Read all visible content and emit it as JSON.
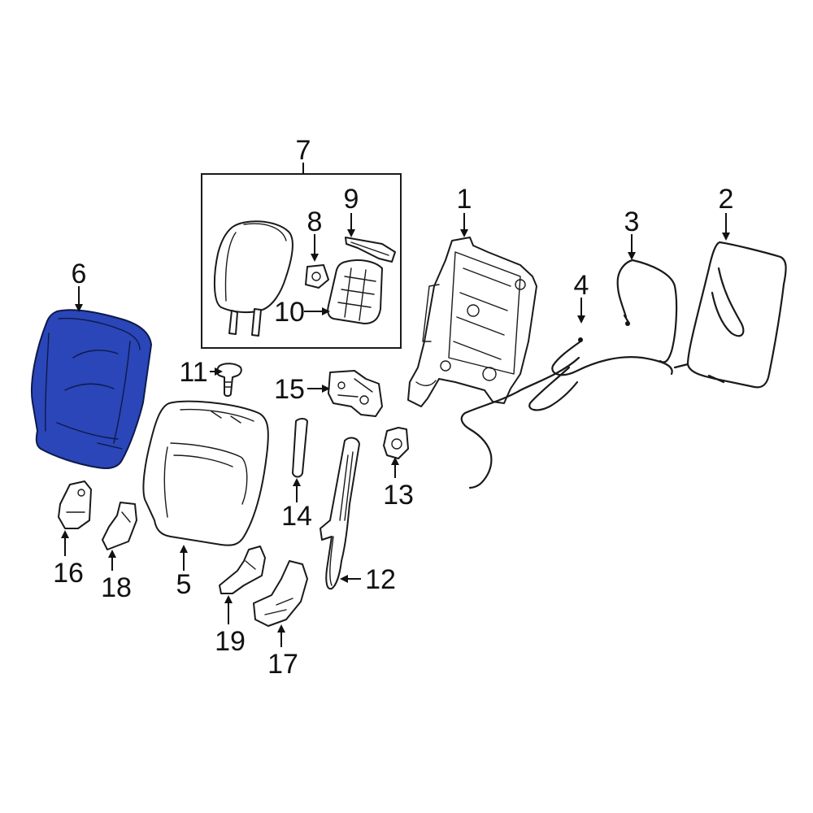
{
  "colors": {
    "highlight": "#2a46b8",
    "highlight_stroke": "#0e1a4a",
    "line": "#1a1a1a",
    "background": "#ffffff"
  },
  "callouts": [
    {
      "id": "1",
      "text": "1"
    },
    {
      "id": "2",
      "text": "2"
    },
    {
      "id": "3",
      "text": "3"
    },
    {
      "id": "4",
      "text": "4"
    },
    {
      "id": "5",
      "text": "5"
    },
    {
      "id": "6",
      "text": "6"
    },
    {
      "id": "7",
      "text": "7"
    },
    {
      "id": "8",
      "text": "8"
    },
    {
      "id": "9",
      "text": "9"
    },
    {
      "id": "10",
      "text": "10"
    },
    {
      "id": "11",
      "text": "11"
    },
    {
      "id": "12",
      "text": "12"
    },
    {
      "id": "13",
      "text": "13"
    },
    {
      "id": "14",
      "text": "14"
    },
    {
      "id": "15",
      "text": "15"
    },
    {
      "id": "16",
      "text": "16"
    },
    {
      "id": "17",
      "text": "17"
    },
    {
      "id": "18",
      "text": "18"
    },
    {
      "id": "19",
      "text": "19"
    }
  ],
  "highlighted_part": "6"
}
